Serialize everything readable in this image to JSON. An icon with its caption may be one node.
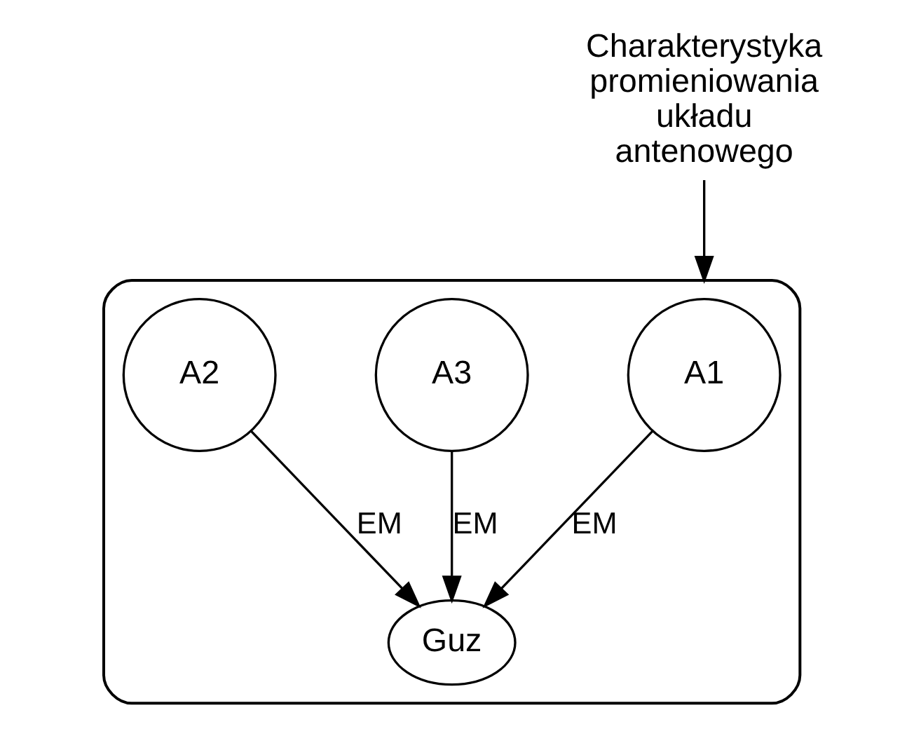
{
  "diagram": {
    "nodes": [
      {
        "text": [],
        "shape": "cloud"
      },
      {
        "text": [
          "A1"
        ],
        "in": 0
      },
      {
        "text": [
          "Guz"
        ],
        "in": 0
      },
      {
        "text": [
          "A3"
        ],
        "in": 0
      },
      {
        "text": [
          "A2"
        ],
        "in": 0
      },
      {
        "text": [
          "Charakterystyka promieniowania układu antenowego"
        ]
      }
    ],
    "edges": [
      {
        "from": 1,
        "to": 2,
        "arrow": "to",
        "label": "EM"
      },
      {
        "from": 3,
        "to": 2,
        "arrow": "to",
        "label": "EM"
      },
      {
        "from": 4,
        "to": 2,
        "arrow": "to",
        "label": "EM"
      },
      {
        "from": 5,
        "to": 0,
        "arrow": "to"
      }
    ]
  }
}
